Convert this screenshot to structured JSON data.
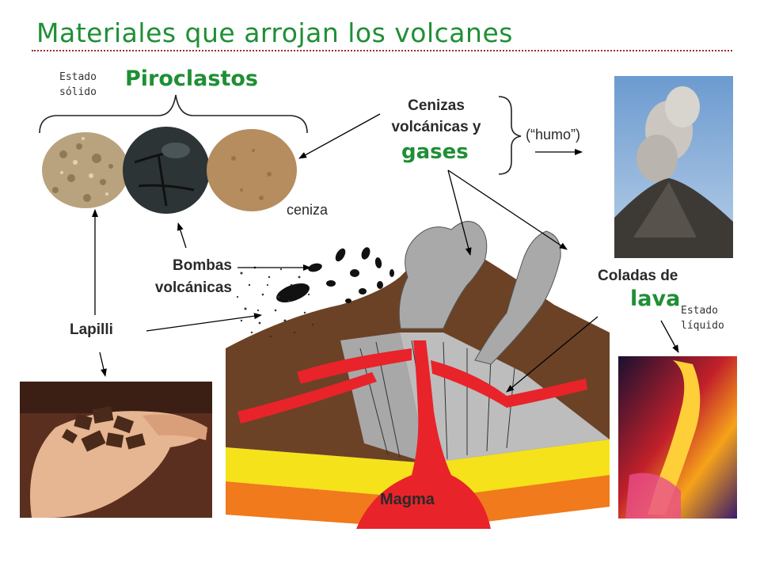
{
  "title": "Materiales que arrojan los volcanes",
  "labels": {
    "estado_solido": [
      "Estado",
      "sólido"
    ],
    "piroclastos": "Piroclastos",
    "cenizas": [
      "Cenizas",
      "volcánicas y"
    ],
    "gases": "gases",
    "humo": "(“humo”)",
    "ceniza": "ceniza",
    "bombas": [
      "Bombas",
      "volcánicas"
    ],
    "lapilli": "Lapilli",
    "coladas": "Coladas de",
    "lava": "lava",
    "estado_liquido": [
      "Estado",
      "líquido"
    ],
    "magma": "Magma"
  },
  "colors": {
    "title": "#1f8f35",
    "title_rule": "#9c2b2b",
    "magma": "#e8232a",
    "yellow_layer": "#f5e21a",
    "orange_layer": "#f07a1c",
    "cone_brown": "#6b4226",
    "ash_gray": "#a9a9a9"
  }
}
